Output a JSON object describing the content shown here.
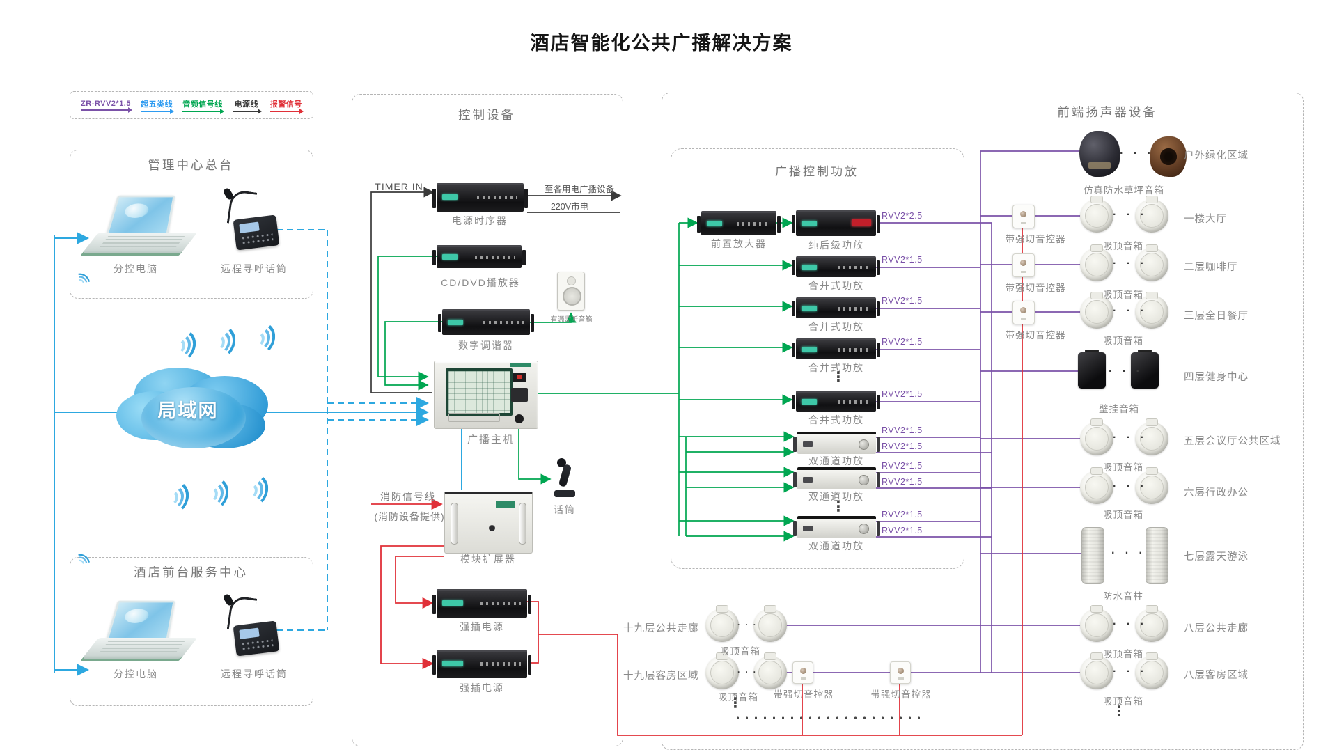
{
  "title": "酒店智能化公共广播解决方案",
  "legend": {
    "items": [
      {
        "label": "ZR-RVV2*1.5",
        "color": "#7b52a8"
      },
      {
        "label": "超五类线",
        "color": "#2e9bf0"
      },
      {
        "label": "音频信号线",
        "color": "#00a651"
      },
      {
        "label": "电源线",
        "color": "#3a3a3a"
      },
      {
        "label": "报警信号",
        "color": "#e03038"
      }
    ]
  },
  "management_center": {
    "title": "管理中心总台",
    "computer": "分控电脑",
    "mic": "远程寻呼话筒"
  },
  "front_desk": {
    "title": "酒店前台服务中心",
    "computer": "分控电脑",
    "mic": "远程寻呼话筒"
  },
  "lan_label": "局域网",
  "control": {
    "title": "控制设备",
    "timer_in": "TIMER IN",
    "to_broadcast_devices": "至各用电广播设备",
    "mains_220v": "220V市电",
    "power_sequencer": "电源时序器",
    "cd_dvd_player": "CD/DVD播放器",
    "digital_tuner": "数字调谐器",
    "monitor_speaker": "有源监听音箱",
    "broadcast_host": "广播主机",
    "microphone": "话筒",
    "fire_signal_line": "消防信号线",
    "fire_signal_provider": "(消防设备提供)",
    "module_expander": "模块扩展器",
    "power_insert_1": "强插电源",
    "power_insert_2": "强插电源"
  },
  "amplifiers": {
    "title": "广播控制功放",
    "preamp": "前置放大器",
    "rows": [
      {
        "label": "纯后级功放",
        "rvv": [
          "RVV2*2.5"
        ]
      },
      {
        "label": "合并式功放",
        "rvv": [
          "RVV2*1.5"
        ]
      },
      {
        "label": "合并式功放",
        "rvv": [
          "RVV2*1.5"
        ]
      },
      {
        "label": "合并式功放",
        "rvv": [
          "RVV2*1.5"
        ]
      },
      {
        "label": "合并式功放",
        "rvv": [
          "RVV2*1.5"
        ]
      },
      {
        "label": "双通道功放",
        "rvv": [
          "RVV2*1.5",
          "RVV2*1.5"
        ]
      },
      {
        "label": "双通道功放",
        "rvv": [
          "RVV2*1.5",
          "RVV2*1.5"
        ]
      },
      {
        "label": "双通道功放",
        "rvv": [
          "RVV2*1.5",
          "RVV2*1.5"
        ]
      }
    ]
  },
  "frontend": {
    "title": "前端扬声器设备",
    "controller_label": "带强切音控器",
    "rows": [
      {
        "device": "仿真防水草坪音箱",
        "area": "户外绿化区域"
      },
      {
        "device": "吸顶音箱",
        "area": "一楼大厅"
      },
      {
        "device": "吸顶音箱",
        "area": "二层咖啡厅"
      },
      {
        "device": "吸顶音箱",
        "area": "三层全日餐厅"
      },
      {
        "device": "壁挂音箱",
        "area": "四层健身中心"
      },
      {
        "device": "吸顶音箱",
        "area": "五层会议厅公共区域"
      },
      {
        "device": "吸顶音箱",
        "area": "六层行政办公"
      },
      {
        "device": "防水音柱",
        "area": "七层露天游泳"
      },
      {
        "device": "吸顶音箱",
        "area": "八层公共走廊"
      },
      {
        "device": "吸顶音箱",
        "area": "八层客房区域"
      }
    ],
    "bottom_rows": [
      {
        "area": "十九层公共走廊",
        "device": "吸顶音箱"
      },
      {
        "area": "十九层客房区域",
        "device": "吸顶音箱"
      }
    ]
  },
  "misc": {
    "hdots": "· · ·",
    "vdots": "⋮"
  }
}
